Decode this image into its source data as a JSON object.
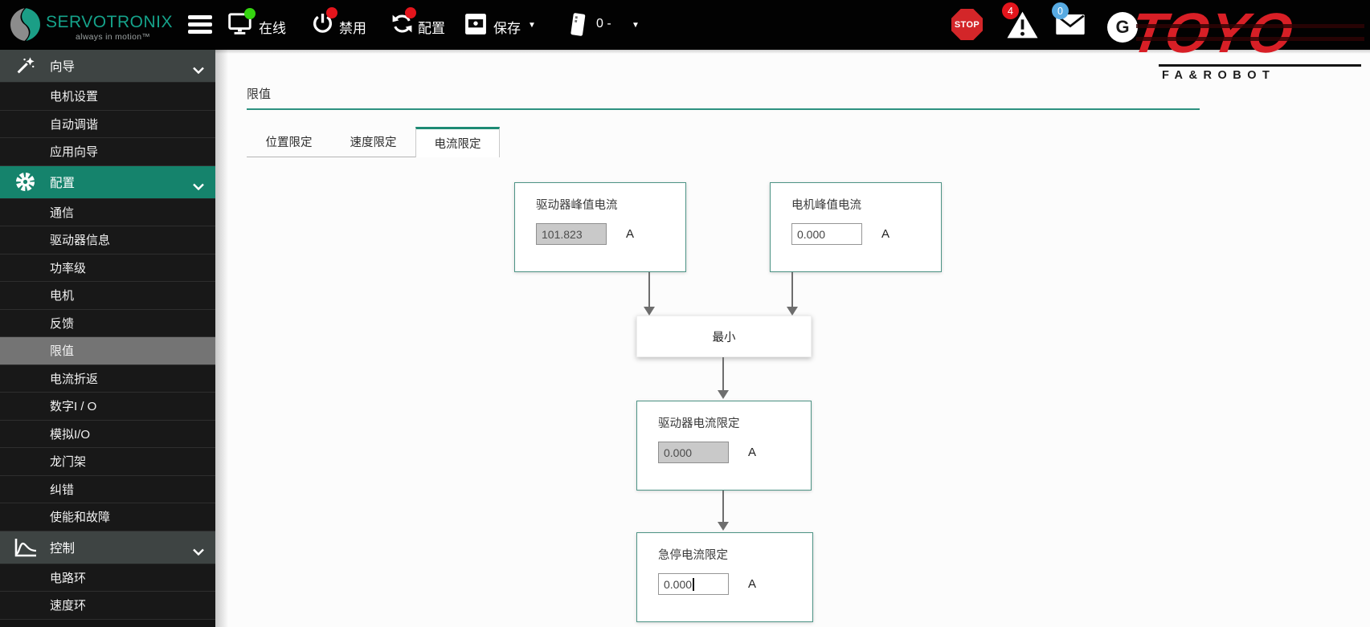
{
  "topbar": {
    "brand": "SERVOTRONIX",
    "tagline": "always in motion™",
    "online_label": "在线",
    "disable_label": "禁用",
    "config_label": "配置",
    "save_label": "保存",
    "save_caret": "▼",
    "device_value": "0 -",
    "device_caret": "▼",
    "stop_label": "STOP",
    "alarm_badge": "4",
    "mail_badge": "0",
    "toyo_text": "TOYO",
    "toyo_subtext": "FA&ROBOT",
    "toyo_circle_letter": "G"
  },
  "sidebar": {
    "groups": [
      {
        "label": "向导",
        "icon": "wand-icon",
        "expanded": true,
        "items": [
          {
            "label": "电机设置"
          },
          {
            "label": "自动调谐"
          },
          {
            "label": "应用向导"
          }
        ]
      },
      {
        "label": "配置",
        "icon": "gear-icon",
        "expanded": true,
        "highlighted": true,
        "items": [
          {
            "label": "通信"
          },
          {
            "label": "驱动器信息"
          },
          {
            "label": "功率级"
          },
          {
            "label": "电机"
          },
          {
            "label": "反馈"
          },
          {
            "label": "限值",
            "selected": true
          },
          {
            "label": "电流折返"
          },
          {
            "label": "数字I / O"
          },
          {
            "label": "模拟I/O"
          },
          {
            "label": "龙门架"
          },
          {
            "label": "纠错"
          },
          {
            "label": "使能和故障"
          }
        ]
      },
      {
        "label": "控制",
        "icon": "control-loop-icon",
        "expanded": true,
        "items": [
          {
            "label": "电路环"
          },
          {
            "label": "速度环"
          }
        ]
      }
    ]
  },
  "main": {
    "title": "限值",
    "tabs": [
      {
        "label": "位置限定"
      },
      {
        "label": "速度限定"
      },
      {
        "label": "电流限定"
      }
    ],
    "active_tab": "电流限定",
    "diagram": {
      "drive_peak": {
        "label": "驱动器峰值电流",
        "value": "101.823",
        "unit": "A",
        "disabled": true
      },
      "motor_peak": {
        "label": "电机峰值电流",
        "value": "0.000",
        "unit": "A",
        "disabled": false
      },
      "minimum": {
        "label": "最小"
      },
      "drive_limit": {
        "label": "驱动器电流限定",
        "value": "0.000",
        "unit": "A",
        "disabled": true
      },
      "estop_limit": {
        "label": "急停电流限定",
        "value": "0.000",
        "unit": "A",
        "disabled": false,
        "focused": true
      }
    }
  },
  "colors": {
    "accent_teal": "#1d8a74",
    "box_border_teal": "#4d9385",
    "brand_teal": "#15a28a",
    "sidebar_header_teal": "#15836c",
    "selected_gray": "#747474",
    "stop_red": "#d32629",
    "badge_red": "#e3151c",
    "badge_green": "#35d410",
    "badge_blue": "#57aae2",
    "toyo_red": "#d81f26",
    "arrow_gray": "#6e6e6e"
  }
}
